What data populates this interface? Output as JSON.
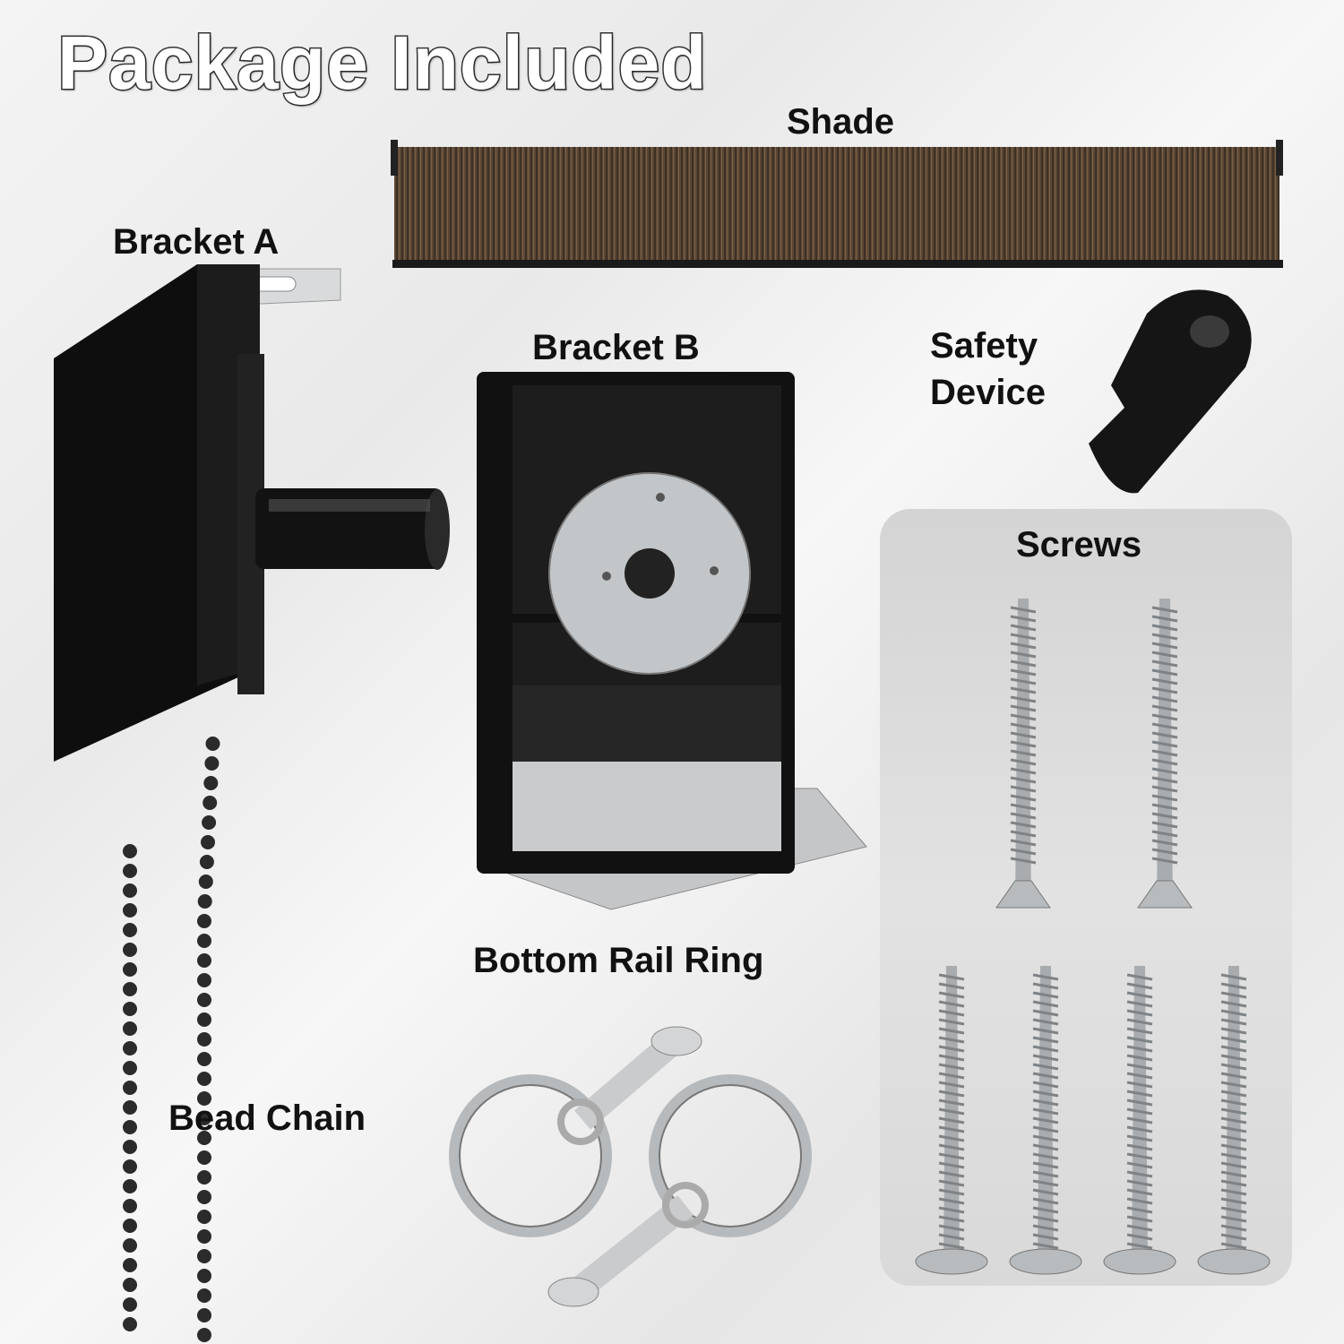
{
  "title": "Package Included",
  "labels": {
    "shade": "Shade",
    "bracket_a": "Bracket A",
    "bracket_b": "Bracket B",
    "safety_device_line1": "Safety",
    "safety_device_line2": "Device",
    "screws": "Screws",
    "bottom_rail_ring": "Bottom Rail Ring",
    "bead_chain": "Bead Chain"
  },
  "colors": {
    "shade_fabric": "#5a4634",
    "bracket": "#151515",
    "metal": "#b9bcbe",
    "panel": "#d6d6d6"
  },
  "counts": {
    "long_screws": 2,
    "short_screws": 4,
    "rings": 2
  }
}
